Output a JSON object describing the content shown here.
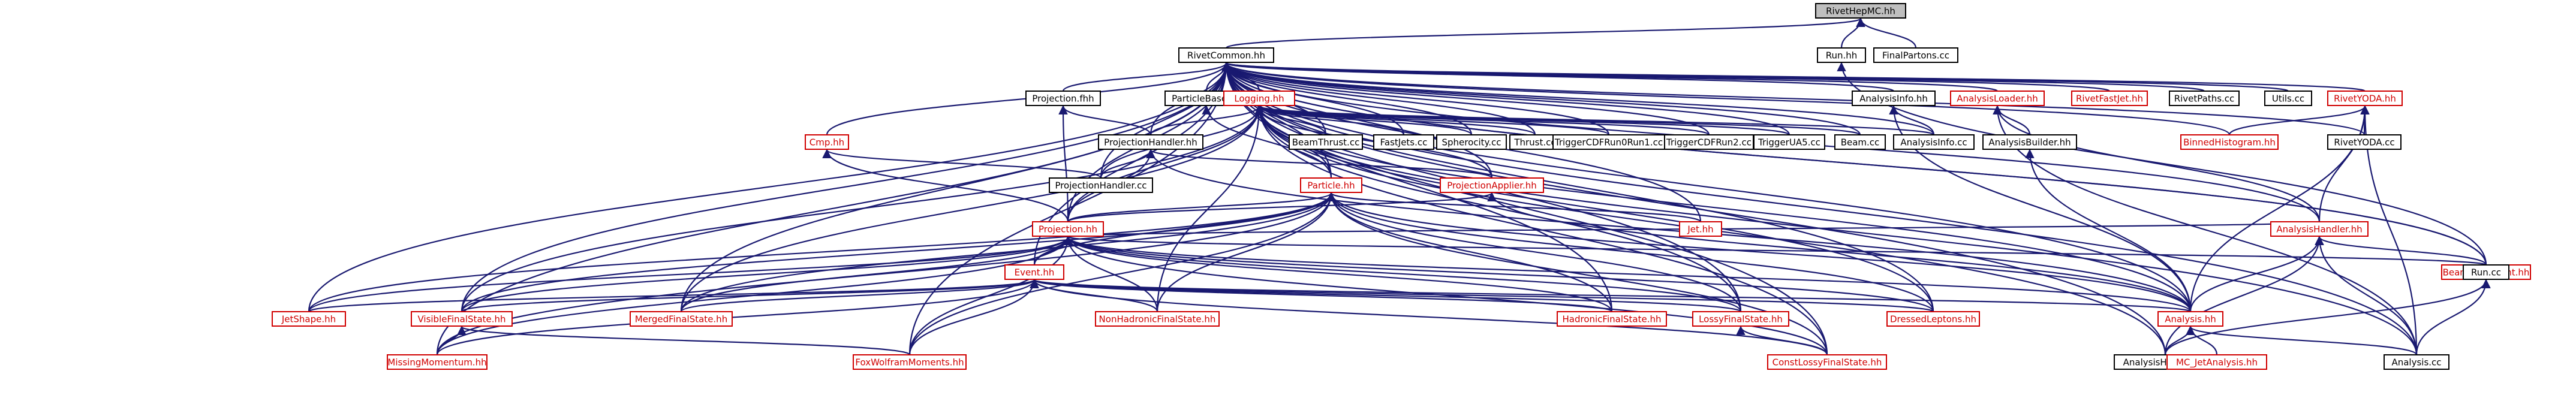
{
  "nodes": [
    {
      "id": "rivethepmc",
      "label": "RivetHepMC.hh",
      "kind": "root"
    },
    {
      "id": "rivetcommon",
      "label": "RivetCommon.hh",
      "kind": "black"
    },
    {
      "id": "runhh",
      "label": "Run.hh",
      "kind": "black"
    },
    {
      "id": "finalpartons",
      "label": "FinalPartons.cc",
      "kind": "black"
    },
    {
      "id": "projectionfh",
      "label": "Projection.fhh",
      "kind": "black"
    },
    {
      "id": "particlebase",
      "label": "ParticleBase.hh",
      "kind": "black"
    },
    {
      "id": "logging",
      "label": "Logging.hh",
      "kind": "red"
    },
    {
      "id": "analysisinfohh",
      "label": "AnalysisInfo.hh",
      "kind": "black"
    },
    {
      "id": "analysisloader",
      "label": "AnalysisLoader.hh",
      "kind": "red"
    },
    {
      "id": "rivetfastjet",
      "label": "RivetFastJet.hh",
      "kind": "red"
    },
    {
      "id": "rivetpaths",
      "label": "RivetPaths.cc",
      "kind": "black"
    },
    {
      "id": "utils",
      "label": "Utils.cc",
      "kind": "black"
    },
    {
      "id": "rivetyodahh",
      "label": "RivetYODA.hh",
      "kind": "red"
    },
    {
      "id": "cmp",
      "label": "Cmp.hh",
      "kind": "red"
    },
    {
      "id": "projectionhandlerhh",
      "label": "ProjectionHandler.hh",
      "kind": "black"
    },
    {
      "id": "beam",
      "label": "Beam.cc",
      "kind": "black"
    },
    {
      "id": "beamthrust",
      "label": "BeamThrust.cc",
      "kind": "black"
    },
    {
      "id": "fastjets",
      "label": "FastJets.cc",
      "kind": "black"
    },
    {
      "id": "spherocity",
      "label": "Spherocity.cc",
      "kind": "black"
    },
    {
      "id": "thrust",
      "label": "Thrust.cc",
      "kind": "black"
    },
    {
      "id": "triggercdf1",
      "label": "TriggerCDFRun0Run1.cc",
      "kind": "black"
    },
    {
      "id": "triggercdf2",
      "label": "TriggerCDFRun2.cc",
      "kind": "black"
    },
    {
      "id": "triggerua5",
      "label": "TriggerUA5.cc",
      "kind": "black"
    },
    {
      "id": "analysisinfocc",
      "label": "AnalysisInfo.cc",
      "kind": "black"
    },
    {
      "id": "analysisbuilder",
      "label": "AnalysisBuilder.hh",
      "kind": "black"
    },
    {
      "id": "binnedhistogram",
      "label": "BinnedHistogram.hh",
      "kind": "red"
    },
    {
      "id": "rivetyodacc",
      "label": "RivetYODA.cc",
      "kind": "black"
    },
    {
      "id": "projectionhandlercc",
      "label": "ProjectionHandler.cc",
      "kind": "black"
    },
    {
      "id": "projectionapplier",
      "label": "ProjectionApplier.hh",
      "kind": "red"
    },
    {
      "id": "particle",
      "label": "Particle.hh",
      "kind": "red"
    },
    {
      "id": "jet",
      "label": "Jet.hh",
      "kind": "red"
    },
    {
      "id": "projectionhh",
      "label": "Projection.hh",
      "kind": "red"
    },
    {
      "id": "analysishandlerhh",
      "label": "AnalysisHandler.hh",
      "kind": "red"
    },
    {
      "id": "beamconstraint",
      "label": "BeamConstraint.hh",
      "kind": "red"
    },
    {
      "id": "runcc",
      "label": "Run.cc",
      "kind": "black"
    },
    {
      "id": "event",
      "label": "Event.hh",
      "kind": "red"
    },
    {
      "id": "jetshape",
      "label": "JetShape.hh",
      "kind": "red"
    },
    {
      "id": "visiblefs",
      "label": "VisibleFinalState.hh",
      "kind": "red"
    },
    {
      "id": "mergedfs",
      "label": "MergedFinalState.hh",
      "kind": "red"
    },
    {
      "id": "nonhadronicfs",
      "label": "NonHadronicFinalState.hh",
      "kind": "red"
    },
    {
      "id": "hadronicfs",
      "label": "HadronicFinalState.hh",
      "kind": "red"
    },
    {
      "id": "lossyfs",
      "label": "LossyFinalState.hh",
      "kind": "red"
    },
    {
      "id": "dressedleptons",
      "label": "DressedLeptons.hh",
      "kind": "red"
    },
    {
      "id": "analysishh",
      "label": "Analysis.hh",
      "kind": "red"
    },
    {
      "id": "missingmomentum",
      "label": "MissingMomentum.hh",
      "kind": "red"
    },
    {
      "id": "foxwolfram",
      "label": "FoxWolframMoments.hh",
      "kind": "red"
    },
    {
      "id": "constlossyfs",
      "label": "ConstLossyFinalState.hh",
      "kind": "red"
    },
    {
      "id": "analysishandlercc",
      "label": "AnalysisHandler.cc",
      "kind": "black"
    },
    {
      "id": "mcjetanalysis",
      "label": "MC_JetAnalysis.hh",
      "kind": "red"
    },
    {
      "id": "analysiscc",
      "label": "Analysis.cc",
      "kind": "black"
    }
  ],
  "edges": [
    [
      "rivethepmc",
      "rivetcommon"
    ],
    [
      "rivethepmc",
      "runhh"
    ],
    [
      "rivethepmc",
      "finalpartons"
    ],
    [
      "runhh",
      "runcc"
    ],
    [
      "rivetcommon",
      "projectionfh"
    ],
    [
      "rivetcommon",
      "particlebase"
    ],
    [
      "rivetcommon",
      "logging"
    ],
    [
      "rivetcommon",
      "analysisinfohh"
    ],
    [
      "rivetcommon",
      "analysisloader"
    ],
    [
      "rivetcommon",
      "rivetfastjet"
    ],
    [
      "rivetcommon",
      "rivetpaths"
    ],
    [
      "rivetcommon",
      "utils"
    ],
    [
      "rivetcommon",
      "rivetyodahh"
    ],
    [
      "rivetcommon",
      "cmp"
    ],
    [
      "rivetcommon",
      "projectionhandlerhh"
    ],
    [
      "rivetcommon",
      "beam"
    ],
    [
      "rivetcommon",
      "beamthrust"
    ],
    [
      "rivetcommon",
      "fastjets"
    ],
    [
      "rivetcommon",
      "spherocity"
    ],
    [
      "rivetcommon",
      "thrust"
    ],
    [
      "rivetcommon",
      "triggercdf1"
    ],
    [
      "rivetcommon",
      "triggercdf2"
    ],
    [
      "rivetcommon",
      "triggerua5"
    ],
    [
      "rivetcommon",
      "analysisinfocc"
    ],
    [
      "rivetcommon",
      "binnedhistogram"
    ],
    [
      "rivetcommon",
      "rivetyodacc"
    ],
    [
      "rivetcommon",
      "projectionhandlercc"
    ],
    [
      "rivetcommon",
      "projectionapplier"
    ],
    [
      "rivetcommon",
      "particle"
    ],
    [
      "rivetcommon",
      "jet"
    ],
    [
      "rivetcommon",
      "projectionhh"
    ],
    [
      "rivetcommon",
      "analysishandlerhh"
    ],
    [
      "rivetcommon",
      "beamconstraint"
    ],
    [
      "rivetcommon",
      "event"
    ],
    [
      "rivetcommon",
      "jetshape"
    ],
    [
      "rivetcommon",
      "visiblefs"
    ],
    [
      "rivetcommon",
      "mergedfs"
    ],
    [
      "rivetcommon",
      "hadronicfs"
    ],
    [
      "rivetcommon",
      "lossyfs"
    ],
    [
      "rivetcommon",
      "dressedleptons"
    ],
    [
      "rivetcommon",
      "analysishh"
    ],
    [
      "rivetcommon",
      "missingmomentum"
    ],
    [
      "rivetcommon",
      "foxwolfram"
    ],
    [
      "rivetcommon",
      "constlossyfs"
    ],
    [
      "rivetcommon",
      "analysishandlercc"
    ],
    [
      "rivetcommon",
      "analysiscc"
    ],
    [
      "rivetcommon",
      "runcc"
    ],
    [
      "projectionfh",
      "projectionhandlerhh"
    ],
    [
      "projectionfh",
      "projectionhh"
    ],
    [
      "particlebase",
      "particle"
    ],
    [
      "logging",
      "projectionhandlerhh"
    ],
    [
      "logging",
      "beam"
    ],
    [
      "logging",
      "beamthrust"
    ],
    [
      "logging",
      "fastjets"
    ],
    [
      "logging",
      "spherocity"
    ],
    [
      "logging",
      "thrust"
    ],
    [
      "logging",
      "triggercdf1"
    ],
    [
      "logging",
      "triggercdf2"
    ],
    [
      "logging",
      "triggerua5"
    ],
    [
      "logging",
      "analysisinfocc"
    ],
    [
      "logging",
      "projectionhandlercc"
    ],
    [
      "logging",
      "projectionapplier"
    ],
    [
      "logging",
      "particle"
    ],
    [
      "logging",
      "projectionhh"
    ],
    [
      "logging",
      "analysishh"
    ],
    [
      "logging",
      "mergedfs"
    ],
    [
      "logging",
      "visiblefs"
    ],
    [
      "logging",
      "lossyfs"
    ],
    [
      "logging",
      "dressedleptons"
    ],
    [
      "logging",
      "nonhadronicfs"
    ],
    [
      "logging",
      "analysishandlercc"
    ],
    [
      "logging",
      "constlossyfs"
    ],
    [
      "logging",
      "analysiscc"
    ],
    [
      "analysisinfohh",
      "analysisinfocc"
    ],
    [
      "analysisinfohh",
      "analysishh"
    ],
    [
      "analysisloader",
      "analysisbuilder"
    ],
    [
      "analysisloader",
      "analysishandlerhh"
    ],
    [
      "analysisloader",
      "analysiscc"
    ],
    [
      "rivetyodahh",
      "binnedhistogram"
    ],
    [
      "rivetyodahh",
      "rivetyodacc"
    ],
    [
      "rivetyodahh",
      "analysishandlerhh"
    ],
    [
      "rivetyodahh",
      "analysishh"
    ],
    [
      "rivetyodahh",
      "analysiscc"
    ],
    [
      "cmp",
      "projectionhandlercc"
    ],
    [
      "cmp",
      "projectionhh"
    ],
    [
      "projectionhandlerhh",
      "projectionhandlercc"
    ],
    [
      "projectionhandlerhh",
      "projectionapplier"
    ],
    [
      "projectionhandlerhh",
      "projectionhh"
    ],
    [
      "projectionhandlerhh",
      "analysishh"
    ],
    [
      "analysisbuilder",
      "analysishh"
    ],
    [
      "projectionapplier",
      "projectionhh"
    ],
    [
      "projectionapplier",
      "analysishh"
    ],
    [
      "particle",
      "jet"
    ],
    [
      "particle",
      "projectionhh"
    ],
    [
      "particle",
      "event"
    ],
    [
      "particle",
      "jetshape"
    ],
    [
      "particle",
      "visiblefs"
    ],
    [
      "particle",
      "mergedfs"
    ],
    [
      "particle",
      "nonhadronicfs"
    ],
    [
      "particle",
      "hadronicfs"
    ],
    [
      "particle",
      "lossyfs"
    ],
    [
      "particle",
      "dressedleptons"
    ],
    [
      "particle",
      "analysishh"
    ],
    [
      "particle",
      "missingmomentum"
    ],
    [
      "particle",
      "foxwolfram"
    ],
    [
      "particle",
      "constlossyfs"
    ],
    [
      "projectionhh",
      "analysishandlerhh"
    ],
    [
      "projectionhh",
      "beamconstraint"
    ],
    [
      "projectionhh",
      "event"
    ],
    [
      "projectionhh",
      "jetshape"
    ],
    [
      "projectionhh",
      "visiblefs"
    ],
    [
      "projectionhh",
      "mergedfs"
    ],
    [
      "projectionhh",
      "nonhadronicfs"
    ],
    [
      "projectionhh",
      "hadronicfs"
    ],
    [
      "projectionhh",
      "lossyfs"
    ],
    [
      "projectionhh",
      "dressedleptons"
    ],
    [
      "projectionhh",
      "analysishh"
    ],
    [
      "projectionhh",
      "missingmomentum"
    ],
    [
      "projectionhh",
      "foxwolfram"
    ],
    [
      "projectionhh",
      "constlossyfs"
    ],
    [
      "analysishandlerhh",
      "runcc"
    ],
    [
      "analysishandlerhh",
      "analysishh"
    ],
    [
      "analysishandlerhh",
      "analysishandlercc"
    ],
    [
      "analysishandlerhh",
      "analysiscc"
    ],
    [
      "beamconstraint",
      "analysishandlercc"
    ],
    [
      "beamconstraint",
      "analysiscc"
    ],
    [
      "event",
      "jetshape"
    ],
    [
      "event",
      "visiblefs"
    ],
    [
      "event",
      "mergedfs"
    ],
    [
      "event",
      "nonhadronicfs"
    ],
    [
      "event",
      "hadronicfs"
    ],
    [
      "event",
      "lossyfs"
    ],
    [
      "event",
      "dressedleptons"
    ],
    [
      "event",
      "analysishh"
    ],
    [
      "event",
      "missingmomentum"
    ],
    [
      "event",
      "foxwolfram"
    ],
    [
      "event",
      "constlossyfs"
    ],
    [
      "visiblefs",
      "missingmomentum"
    ],
    [
      "visiblefs",
      "foxwolfram"
    ],
    [
      "lossyfs",
      "constlossyfs"
    ],
    [
      "analysishh",
      "analysishandlercc"
    ],
    [
      "analysishh",
      "mcjetanalysis"
    ],
    [
      "analysishh",
      "analysiscc"
    ]
  ]
}
